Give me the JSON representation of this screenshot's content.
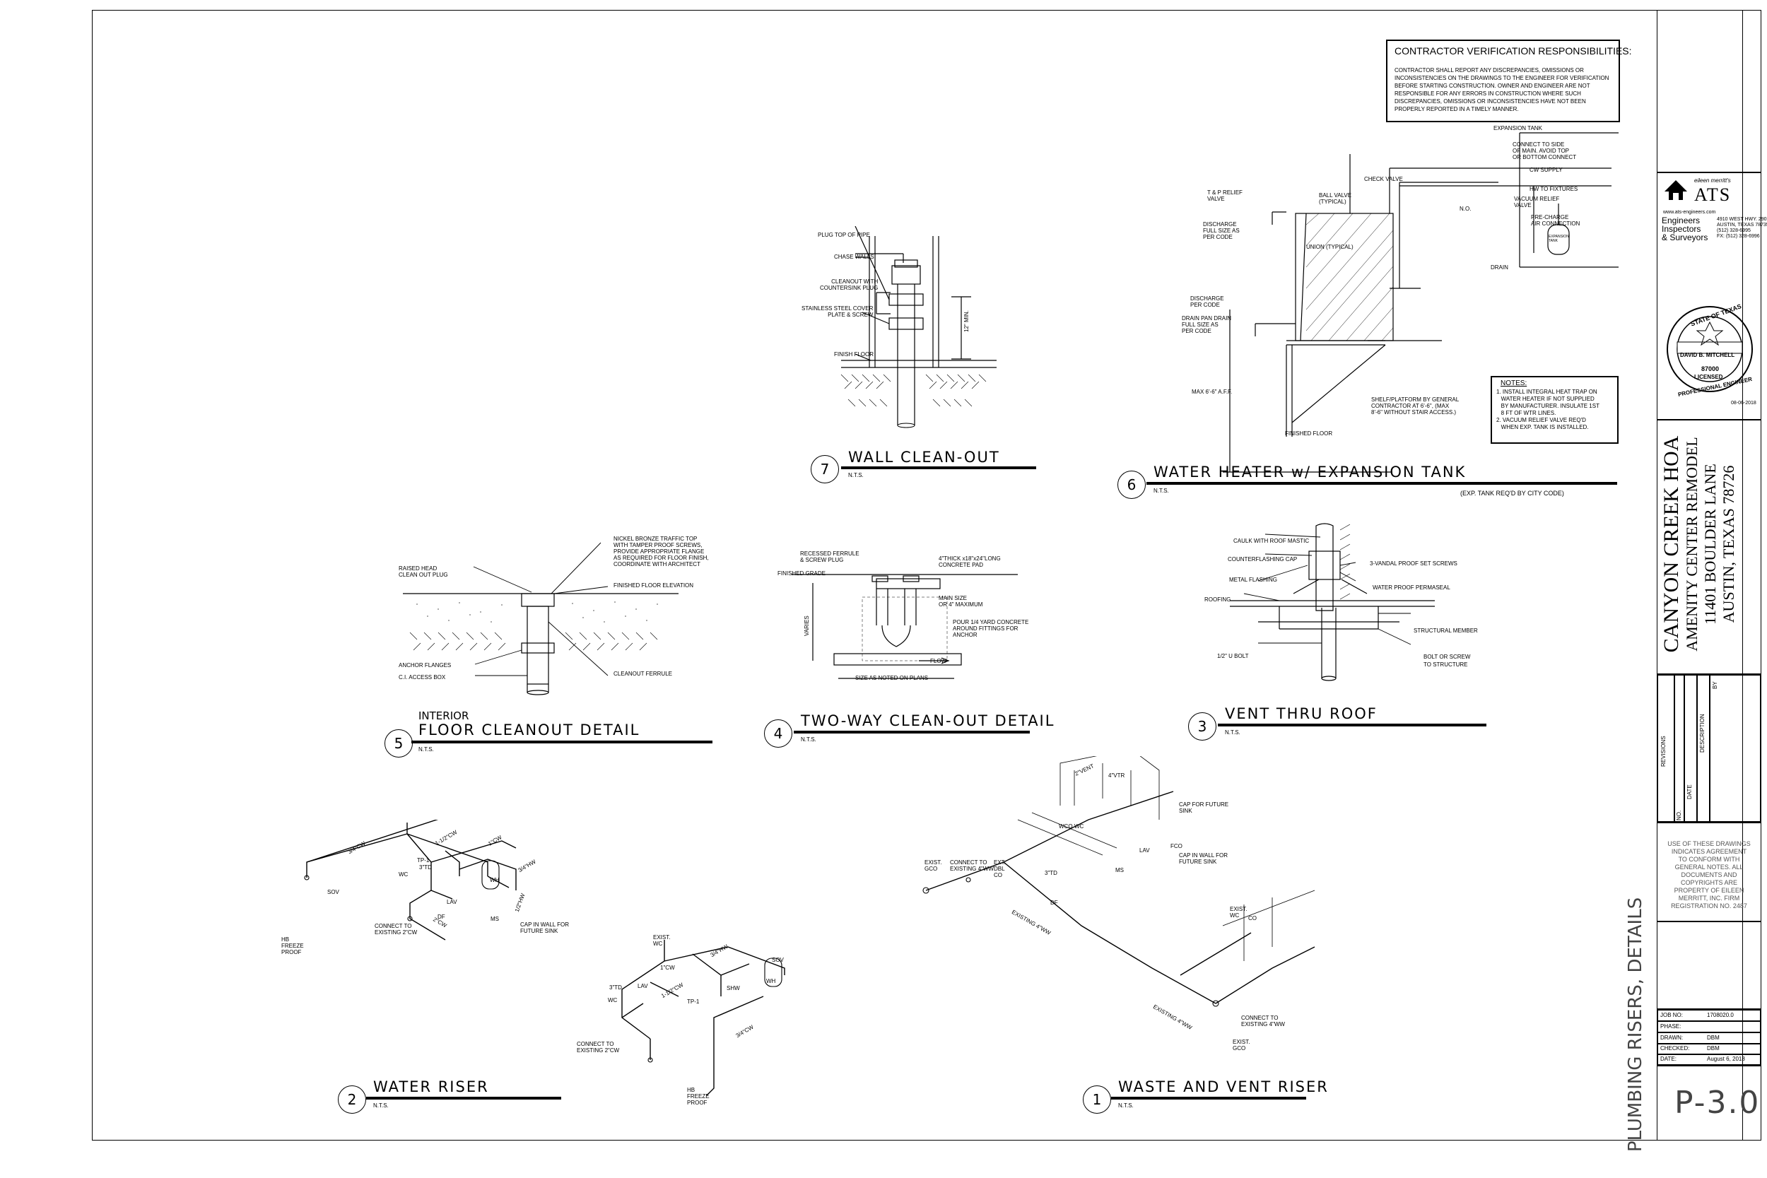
{
  "verification": {
    "title": "CONTRACTOR VERIFICATION RESPONSIBILITIES:",
    "lines": [
      "CONTRACTOR SHALL REPORT ANY DISCREPANCIES, OMISSIONS OR",
      "INCONSISTENCIES ON THE DRAWINGS TO THE ENGINEER FOR VERIFICATION",
      "BEFORE STARTING CONSTRUCTION. OWNER AND ENGINEER ARE NOT",
      "RESPONSIBLE FOR ANY ERRORS IN CONSTRUCTION WHERE SUCH",
      "DISCREPANCIES, OMISSIONS OR INCONSISTENCIES HAVE NOT BEEN",
      "PROPERLY REPORTED IN A TIMELY MANNER."
    ]
  },
  "details": {
    "d7": {
      "num": "7",
      "title": "WALL CLEAN-OUT",
      "nts": "N.T.S."
    },
    "d6": {
      "num": "6",
      "title": "WATER HEATER w/ EXPANSION TANK",
      "nts": "N.T.S.",
      "note": "(EXP. TANK REQ'D BY CITY CODE)"
    },
    "d5": {
      "num": "5",
      "pre": "INTERIOR",
      "title": "FLOOR CLEANOUT DETAIL",
      "nts": "N.T.S."
    },
    "d4": {
      "num": "4",
      "title": "TWO-WAY CLEAN-OUT DETAIL",
      "nts": "N.T.S."
    },
    "d3": {
      "num": "3",
      "title": "VENT THRU ROOF",
      "nts": "N.T.S."
    },
    "d2": {
      "num": "2",
      "title": "WATER RISER",
      "nts": "N.T.S."
    },
    "d1": {
      "num": "1",
      "title": "WASTE AND VENT RISER",
      "nts": "N.T.S."
    }
  },
  "labels": {
    "wall_cleanout": [
      "PLUG TOP OF PIPE",
      "CHASE WALLS",
      "CLEANOUT WITH\nCOUNTERSINK PLUG",
      "STAINLESS STEEL COVER\nPLATE & SCREW",
      "FINISH FLOOR",
      "12\" MIN."
    ],
    "water_heater": [
      "EXPANSION TANK",
      "CONNECT TO SIDE\nOF MAIN. AVOID TOP\nOR BOTTOM CONNECT",
      "CW SUPPLY",
      "HW TO FIXTURES",
      "VACUUM RELIEF\nVALVE",
      "PRE-CHARGE\nAIR CONNECTION",
      "DRAIN",
      "CHECK VALVE",
      "N.O.",
      "T & P RELIEF\nVALVE",
      "BALL VALVE\n(TYPICAL)",
      "DISCHARGE\nFULL SIZE AS\nPER CODE",
      "UNION (TYPICAL)",
      "DISCHARGE\nPER CODE",
      "DRAIN PAN DRAIN\nFULL SIZE AS\nPER CODE",
      "MAX 6'-6\" A.F.F.",
      "SHELF/PLATFORM BY GENERAL\nCONTRACTOR AT 6'-6\", (MAX\n8'-6\" WITHOUT STAIR ACCESS.)",
      "FINISHED FLOOR",
      "EXPANSION\nTANK"
    ],
    "notes_title": "NOTES:",
    "notes": "1. INSTALL INTEGRAL HEAT TRAP ON\n   WATER HEATER IF NOT SUPPLIED\n   BY MANUFACTURER. INSULATE 1ST\n   8 FT OF WTR LINES.\n2. VACUUM RELIEF VALVE REQ'D\n   WHEN EXP. TANK IS INSTALLED.",
    "floor_cleanout": [
      "RAISED HEAD\nCLEAN OUT PLUG",
      "NICKEL BRONZE TRAFFIC TOP\nWITH TAMPER PROOF SCREWS,\nPROVIDE APPROPRIATE FLANGE\nAS REQUIRED FOR FLOOR FINISH,\nCOORDINATE WITH ARCHITECT",
      "FINISHED FLOOR ELEVATION",
      "ANCHOR FLANGES",
      "C.I. ACCESS BOX",
      "CLEANOUT FERRULE"
    ],
    "two_way": [
      "RECESSED FERRULE\n& SCREW PLUG",
      "4\"THICK x18\"x24\"LONG\nCONCRETE PAD",
      "FINISHED GRADE",
      "MAIN SIZE\nOR 4\" MAXIMUM",
      "POUR 1/4 YARD CONCRETE\nAROUND FITTINGS FOR\nANCHOR",
      "VARIES",
      "FLOW",
      "SIZE AS NOTED ON PLANS"
    ],
    "vent_roof": [
      "CAULK WITH ROOF MASTIC",
      "COUNTERFLASHING CAP",
      "3-VANDAL PROOF SET SCREWS",
      "METAL FLASHING",
      "WATER PROOF PERMASEAL",
      "ROOFING",
      "STRUCTURAL MEMBER",
      "1/2\" U BOLT",
      "BOLT OR SCREW\nTO STRUCTURE"
    ],
    "water_riser": [
      "3/4\"CW",
      "1-1/2\"CW",
      "WC",
      "TP-1",
      "3\"TD",
      "LAV",
      "WH",
      "SOV",
      "MS",
      "1\"CW",
      "1/2\"HW",
      "3/4\"HW",
      "CAP IN WALL FOR\nFUTURE SINK",
      "CONNECT TO\nEXISTING 2\"CW",
      "HB\nFREEZE\nPROOF",
      "DF",
      "2\"CW"
    ],
    "water_riser2": [
      "EXIST.\nWC",
      "1\"CW",
      "3\"TD",
      "WC",
      "LAV",
      "1-1/2\"CW",
      "TP-1",
      "SHW",
      "WH",
      "SOV",
      "3/4\"HW",
      "3/4\"CW",
      "CONNECT TO\nEXISTING 2\"CW",
      "HB\nFREEZE\nPROOF"
    ],
    "waste_riser": [
      "4\"VTR",
      "2\"VENT",
      "WCO",
      "WC",
      "CAP FOR FUTURE\nSINK",
      "3\"TD",
      "LAV",
      "FCO",
      "MS",
      "CAP IN WALL FOR\nFUTURE SINK",
      "EXIST.\nGCO",
      "CONNECT TO\nEXISTING 4\"WW",
      "EXT.\nDBL\nCO",
      "DF",
      "EXISTING 4\"WW",
      "EXIST.\nWC",
      "CO",
      "EXIST.\nGCO",
      "CONNECT TO\nEXISTING 4\"WW",
      "EXISTING 4\"WW"
    ]
  },
  "titleblock": {
    "logo_top": "eileen merritt's",
    "logo": "ATS",
    "url": "www.ats-engineers.com",
    "firm_lines": [
      "Engineers",
      "Inspectors",
      "& Surveyors"
    ],
    "address": "4910 WEST HWY. 290\nAUSTIN, TEXAS 78735\n(512) 328-6995\nFX: (512) 328-6996",
    "seal": {
      "state": "STATE OF TEXAS",
      "name": "DAVID B. MITCHELL",
      "number": "87000",
      "lic": "LICENSED",
      "pe": "PROFESSIONAL ENGINEER",
      "date": "08-06-2018"
    },
    "project_lines": [
      "CANYON CREEK HOA",
      "AMENITY CENTER REMODEL",
      "11401 BOULDER LANE",
      "AUSTIN, TEXAS 78726"
    ],
    "revisions_label": "REVISIONS",
    "rev_cols": [
      "NO.",
      "DATE",
      "DESCRIPTION",
      "BY"
    ],
    "copyright": "USE OF THESE DRAWINGS\nINDICATES AGREEMENT\nTO CONFORM WITH\nGENERAL NOTES. ALL\nDOCUMENTS AND\nCOPYRIGHTS ARE\nPROPERTY OF EILEEN\nMERRITT, INC. FIRM\nREGISTRATION NO. 2487",
    "sheet_desc": "PLUMBING RISERS, DETAILS",
    "info": [
      {
        "k": "JOB NO:",
        "v": "1708020.0"
      },
      {
        "k": "PHASE:",
        "v": ""
      },
      {
        "k": "DRAWN:",
        "v": "DBM"
      },
      {
        "k": "CHECKED:",
        "v": "DBM"
      },
      {
        "k": "DATE:",
        "v": "August 6, 2018"
      }
    ],
    "sheet_no": "P-3.0"
  }
}
